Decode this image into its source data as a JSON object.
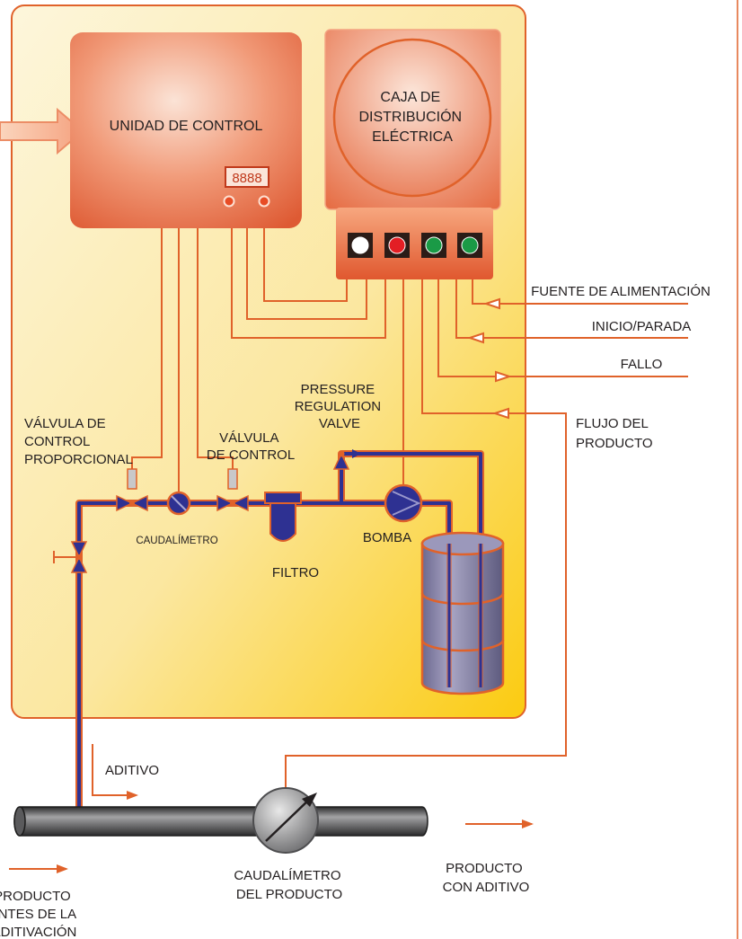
{
  "labels": {
    "control_unit": "UNIDAD DE CONTROL",
    "display": "8888",
    "distribution_box": [
      "CAJA DE",
      "DISTRIBUCIÓN",
      "ELÉCTRICA"
    ],
    "power_supply": "FUENTE DE ALIMENTACIÓN",
    "start_stop": "INICIO/PARADA",
    "fault": "FALLO",
    "product_flow": [
      "FLUJO DEL",
      "PRODUCTO"
    ],
    "pressure_valve": [
      "PRESSURE",
      "REGULATION",
      "VALVE"
    ],
    "proportional_valve": [
      "VÁLVULA DE",
      "CONTROL",
      "PROPORCIONAL"
    ],
    "control_valve": [
      "VÁLVULA",
      "DE CONTROL"
    ],
    "flowmeter": "CAUDALÍMETRO",
    "pump": "BOMBA",
    "filter": "FILTRO",
    "additive": "ADITIVO",
    "product_flowmeter": [
      "CAUDALÍMETRO",
      "DEL PRODUCTO"
    ],
    "product_with_additive": [
      "PRODUCTO",
      "CON ADITIVO"
    ],
    "product_before": [
      "PRODUCTO",
      "ANTES DE LA",
      "ADITIVACIÓN"
    ]
  },
  "indicator_lights": [
    {
      "name": "white-light",
      "color": "#ffffff"
    },
    {
      "name": "red-light",
      "color": "#e31e24"
    },
    {
      "name": "green-light-1",
      "color": "#1a9a46"
    },
    {
      "name": "green-light-2",
      "color": "#1a9a46"
    }
  ],
  "colors": {
    "signal_line": "#e0622a",
    "pipe": "#2e3192",
    "panel_top": "#fdf1c6",
    "panel_bottom": "#fbd31f",
    "unit_fill": "#e8704a",
    "main_pipe": "#4d4d4f"
  }
}
